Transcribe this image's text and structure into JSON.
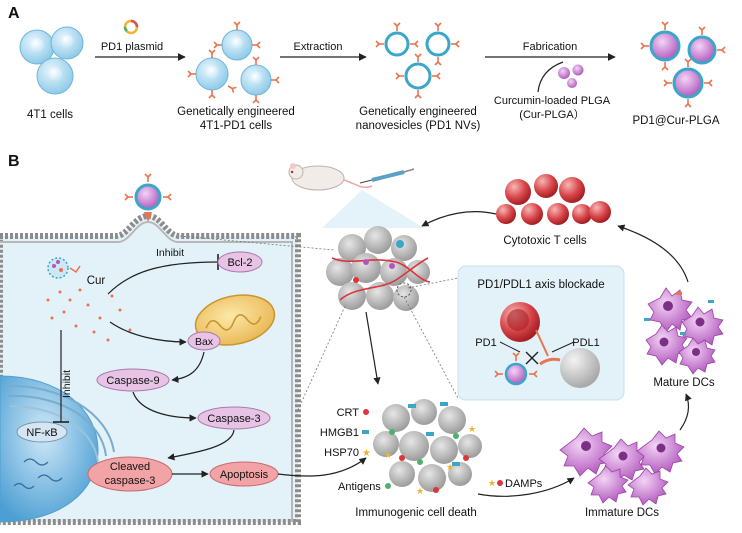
{
  "panel_a": {
    "label": "A",
    "plasmid_label": "PD1 plasmid",
    "extraction_label": "Extraction",
    "fabrication_label": "Fabrication",
    "cells_label": "4T1 cells",
    "engineered_line1": "Genetically engineered",
    "engineered_line2": "4T1-PD1  cells",
    "nv_line1": "Genetically engineered",
    "nv_line2": "nanovesicles (PD1 NVs)",
    "cur_line1": "Curcumin-loaded PLGA",
    "cur_line2": "(Cur-PLGA）",
    "product_label": "PD1@Cur-PLGA"
  },
  "panel_b": {
    "label": "B",
    "inhibit_top": "Inhibit",
    "inhibit_side": "Inhibit",
    "cur": "Cur",
    "bcl2": "Bcl-2",
    "bax": "Bax",
    "caspase9": "Caspase-9",
    "caspase3": "Caspase-3",
    "nfkb": "NF-κB",
    "cleaved_line1": "Cleaved",
    "cleaved_line2": "caspase-3",
    "apoptosis": "Apoptosis",
    "cytotoxic": "Cytotoxic T cells",
    "axis_title": "PD1/PDL1 axis blockade",
    "pd1": "PD1",
    "pdl1": "PDL1",
    "mature_dcs": "Mature DCs",
    "immature_dcs": "Immature DCs",
    "crt": "CRT",
    "hmgb1": "HMGB1",
    "hsp70": "HSP70",
    "antigens": "Antigens",
    "damps": "DAMPs",
    "icd": "Immunogenic cell death"
  },
  "colors": {
    "arrow": "#222222",
    "cell_blue": "#b8def2",
    "receptor_orange": "#e9744d",
    "vesicle_teal": "#3aa7c9",
    "t_cell_red": "#c92a2f",
    "dc_purple": "#b057b9",
    "caspase_pink": "#e7c3e6",
    "cleaved_red": "#f2a3a5",
    "panel_bg": "#e3f1f9",
    "membrane_gray": "#8c8c8c",
    "tumor_gray": "#bfbfbf"
  }
}
